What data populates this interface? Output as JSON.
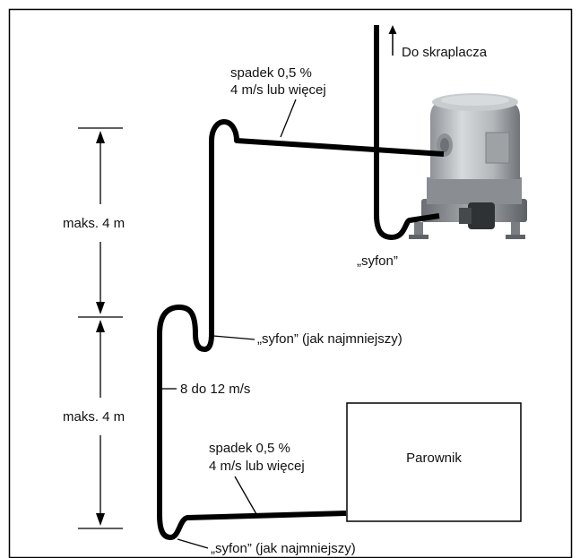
{
  "labels": {
    "to_condenser": "Do skraplacza",
    "slope_top_line1": "spadek 0,5 %",
    "slope_top_line2": "4 m/s lub więcej",
    "max_upper": "maks. 4 m",
    "max_lower": "maks. 4 m",
    "trap_compressor": "„syfon”",
    "trap_mid": "„syfon” (jak najmniejszy)",
    "velocity_riser": "8 do 12 m/s",
    "slope_bottom_line1": "spadek 0,5 %",
    "slope_bottom_line2": "4 m/s lub więcej",
    "evaporator": "Parownik",
    "trap_bottom": "„syfon” (jak najmniejszy)"
  },
  "colors": {
    "pipe": "#000000",
    "compressor_body": "#b8bcc0",
    "compressor_shadow": "#7e8286",
    "frame": "#000000"
  },
  "icons": {
    "compressor": "compressor-illustration",
    "arrow": "arrow-up"
  }
}
